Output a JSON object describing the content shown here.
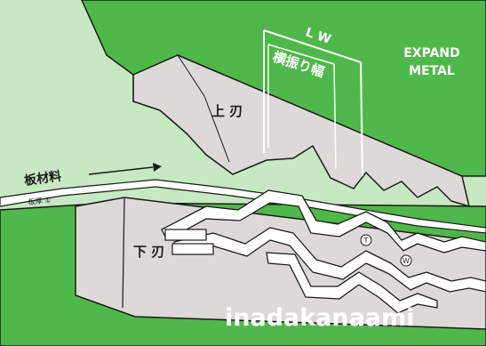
{
  "labels": {
    "lw": "L W",
    "yokofuri": "横振り幅",
    "expand_line1": "EXPAND",
    "expand_line2": "METAL",
    "upper_blade": "上 刃",
    "lower_blade": "下 刃",
    "sheet_material": "板材料",
    "thickness": "板厚 ①",
    "t_marker": "T",
    "w_marker": "W",
    "brand": "inadakanaami"
  },
  "colors": {
    "green": "#4fb84a",
    "light_green": "#c6e8c2",
    "blade_gray": "#ddd9d9",
    "outline": "#1a1a1a",
    "white": "#ffffff"
  }
}
